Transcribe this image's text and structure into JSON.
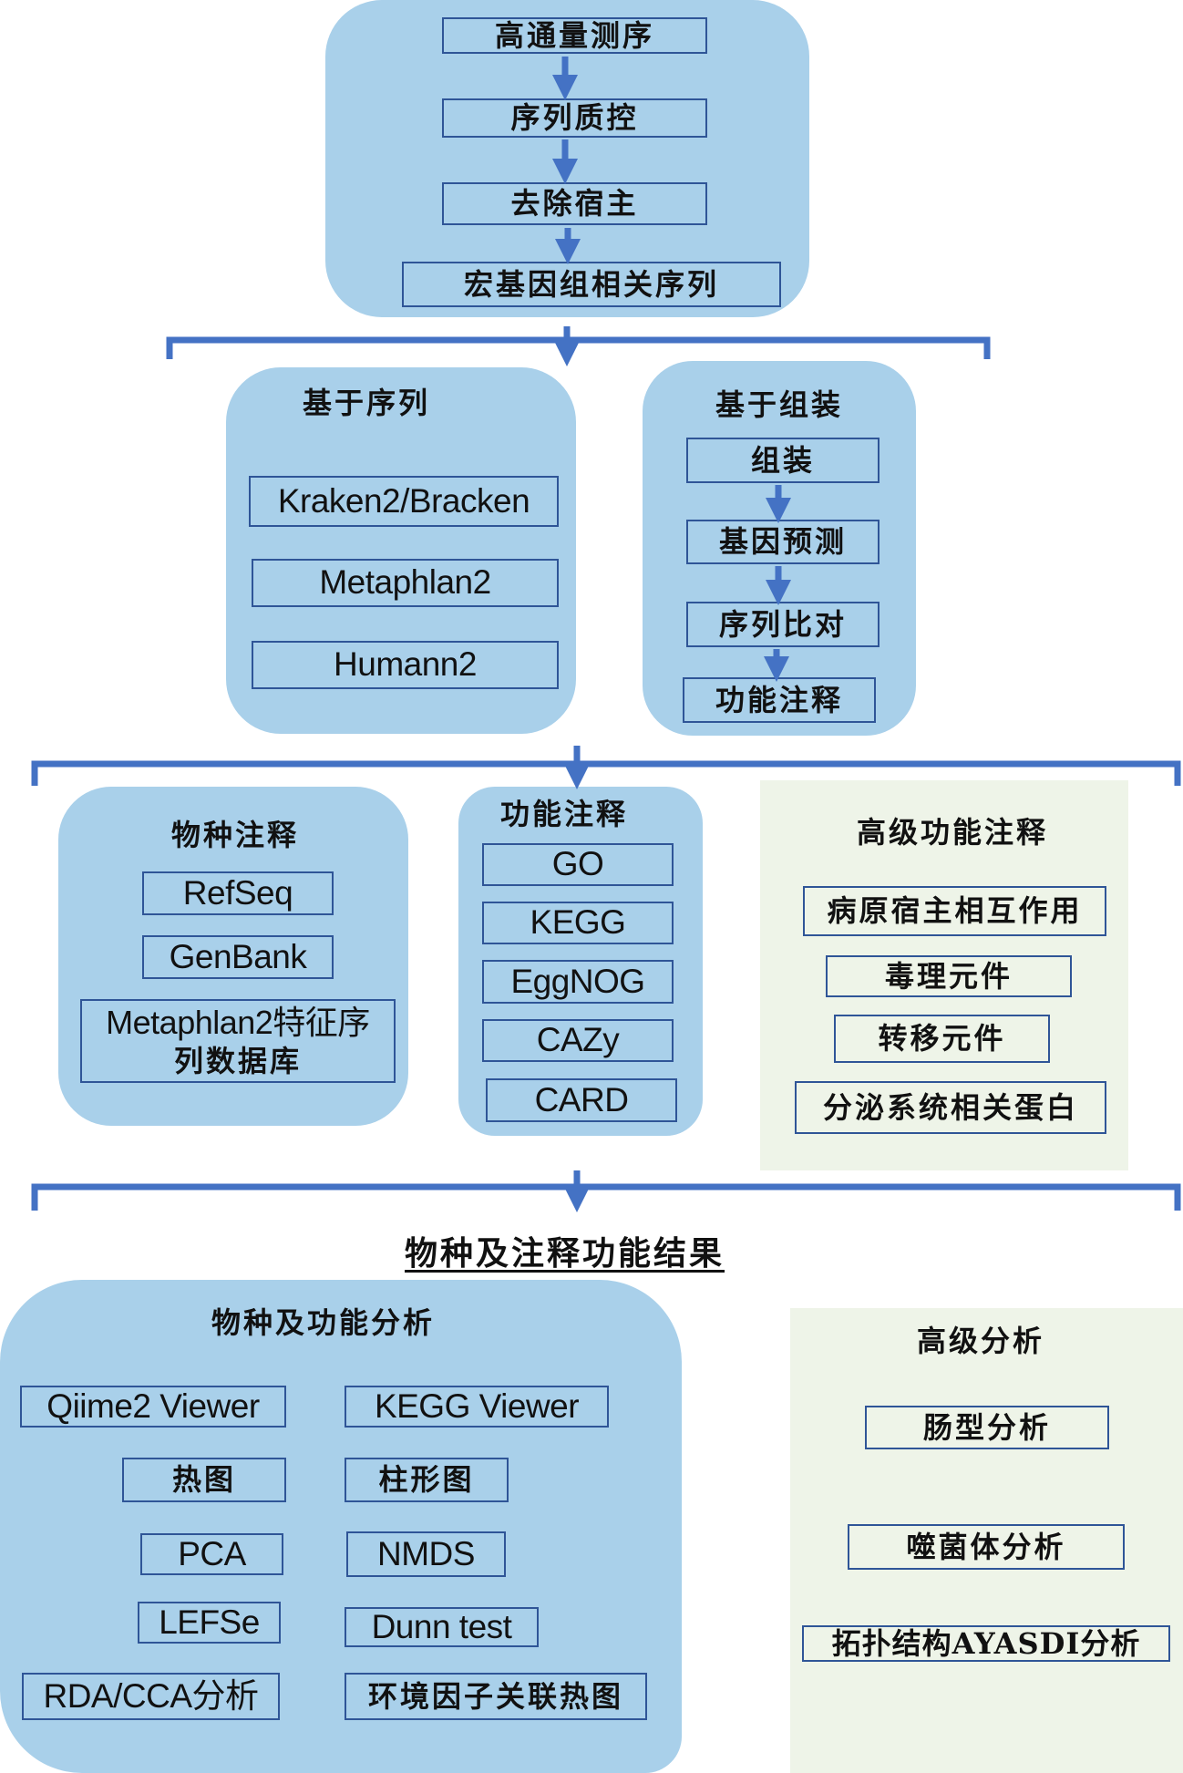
{
  "pipeline": {
    "steps": [
      "高通量测序",
      "序列质控",
      "去除宿主",
      "宏基因组相关序列"
    ]
  },
  "sequence_based": {
    "title": "基于序列",
    "tools": [
      "Kraken2/Bracken",
      "Metaphlan2",
      "Humann2"
    ]
  },
  "assembly_based": {
    "title": "基于组装",
    "steps": [
      "组装",
      "基因预测",
      "序列比对",
      "功能注释"
    ]
  },
  "species_annotation": {
    "title": "物种注释",
    "dbs": [
      "RefSeq",
      "GenBank"
    ],
    "special_db": [
      "Metaphlan2特征序",
      "列数据库"
    ]
  },
  "function_annotation": {
    "title": "功能注释",
    "dbs": [
      "GO",
      "KEGG",
      "EggNOG",
      "CAZy",
      "CARD"
    ]
  },
  "advanced_annotation": {
    "title": "高级功能注释",
    "items": [
      "病原宿主相互作用",
      "毒理元件",
      "转移元件",
      "分泌系统相关蛋白"
    ]
  },
  "results_title": "物种及注释功能结果",
  "analysis": {
    "title": "物种及功能分析",
    "left": [
      "Qiime2 Viewer",
      "热图",
      "PCA",
      "LEFSe",
      "RDA/CCA分析"
    ],
    "right": [
      "KEGG Viewer",
      "柱形图",
      "NMDS",
      "Dunn test",
      "环境因子关联热图"
    ]
  },
  "advanced_analysis": {
    "title": "高级分析",
    "items": [
      "肠型分析",
      "噬菌体分析",
      "拓扑结构AYASDI分析"
    ]
  },
  "colors": {
    "panel_blue": "#a9d0ea",
    "panel_green": "#eef4e8",
    "arrow_blue": "#4472c4",
    "box_border": "#2f5597"
  }
}
